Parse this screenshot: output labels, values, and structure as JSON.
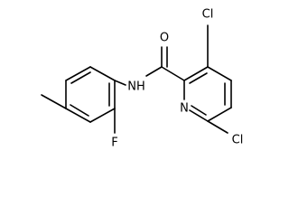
{
  "molecule": {
    "atoms": {
      "cl_top": "Cl",
      "o": "O",
      "nh": "NH",
      "n_ring": "N",
      "cl_bottom": "Cl",
      "f": "F"
    },
    "colors": {
      "bond": "#000000",
      "label": "#000000",
      "background": "#ffffff"
    }
  }
}
